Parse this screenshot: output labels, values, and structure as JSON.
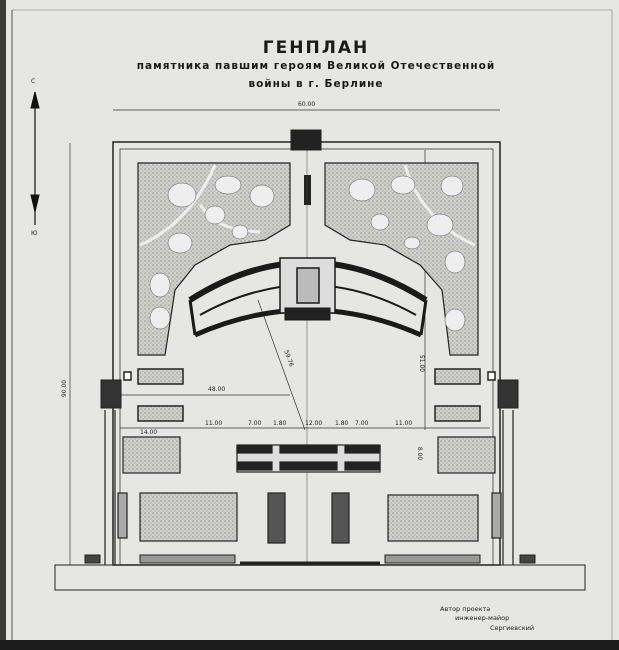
{
  "title": "ГЕНПЛАН",
  "subtitle_line1": "памятника павшим героям Великой Отечественной",
  "subtitle_line2": "войны в г. Берлине",
  "north_arrow": {
    "top_label": "С",
    "bottom_label": "Ю"
  },
  "dimensions": {
    "overall_width": "60.00",
    "overall_height": "90.00",
    "half_width": "48.00",
    "radius": "59.76",
    "right_height": "51.00",
    "lower_left": "14.00",
    "lower_right": "8.00",
    "segments": [
      "11.00",
      "7.00",
      "1.80",
      "12.00",
      "1.80",
      "7.00",
      "11.00"
    ]
  },
  "author": {
    "line1": "Автор проекта",
    "line2": "инженер-майор",
    "line3": "Сергиевский"
  },
  "colors": {
    "paper": "#e6e6e4",
    "ink": "#1a1a1a",
    "hatch": "#9a9a98"
  }
}
